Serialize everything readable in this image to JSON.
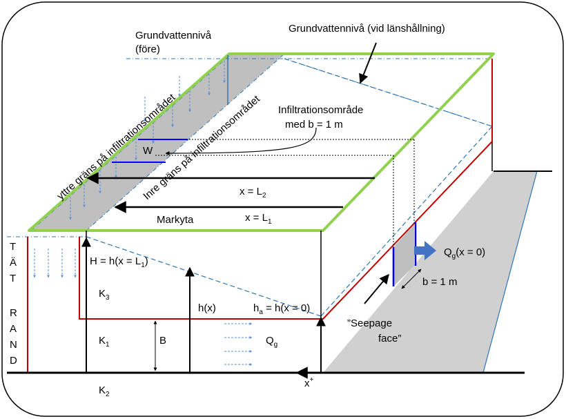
{
  "labels": {
    "groundwater_before_1": "Grundvattennivå",
    "groundwater_before_2": "(före)",
    "groundwater_drained": "Grundvattennivå (vid länshållning)",
    "outer_boundary": "yttre gräns på infiltrationsområdet",
    "inner_boundary": "Inre gräns på infiltrationsområdet",
    "infiltration_area_1": "Infiltrationsområde",
    "infiltration_area_2": "med b = 1 m",
    "w": "W",
    "x_l2": "x = L",
    "x_l2_sub": "2",
    "x_l1": "x = L",
    "x_l1_sub": "1",
    "markyta": "Markyta",
    "H": "H = h(x = L",
    "H_sub": "1",
    "H_close": ")",
    "k3": "K",
    "k3_sub": "3",
    "k1": "K",
    "k1_sub": "1",
    "k2": "K",
    "k2_sub": "2",
    "hx": "h(x)",
    "B": "B",
    "ha": "h",
    "ha_sub": "a",
    "ha_rest": " = h(x = 0)",
    "qg": "Q",
    "qg_sub": "g",
    "qg_out": "Q",
    "qg_out_sub": "g",
    "qg_out_rest": "(x = 0)",
    "b1m": "b = 1 m",
    "seepage_1": "”Seepage",
    "seepage_2": "face”",
    "x_origin": "x",
    "x_origin_sup": "+",
    "tat_letters": [
      "T",
      "Ä",
      "T",
      "R",
      "A",
      "N",
      "D"
    ]
  },
  "colors": {
    "ground_surface": "#92d050",
    "clay_boundary": "#c00000",
    "groundwater": "#2e75b6",
    "infiltration_line": "#0000ff",
    "flow_arrow": "#4472c4",
    "shaded_area": "#bfbfbf"
  }
}
